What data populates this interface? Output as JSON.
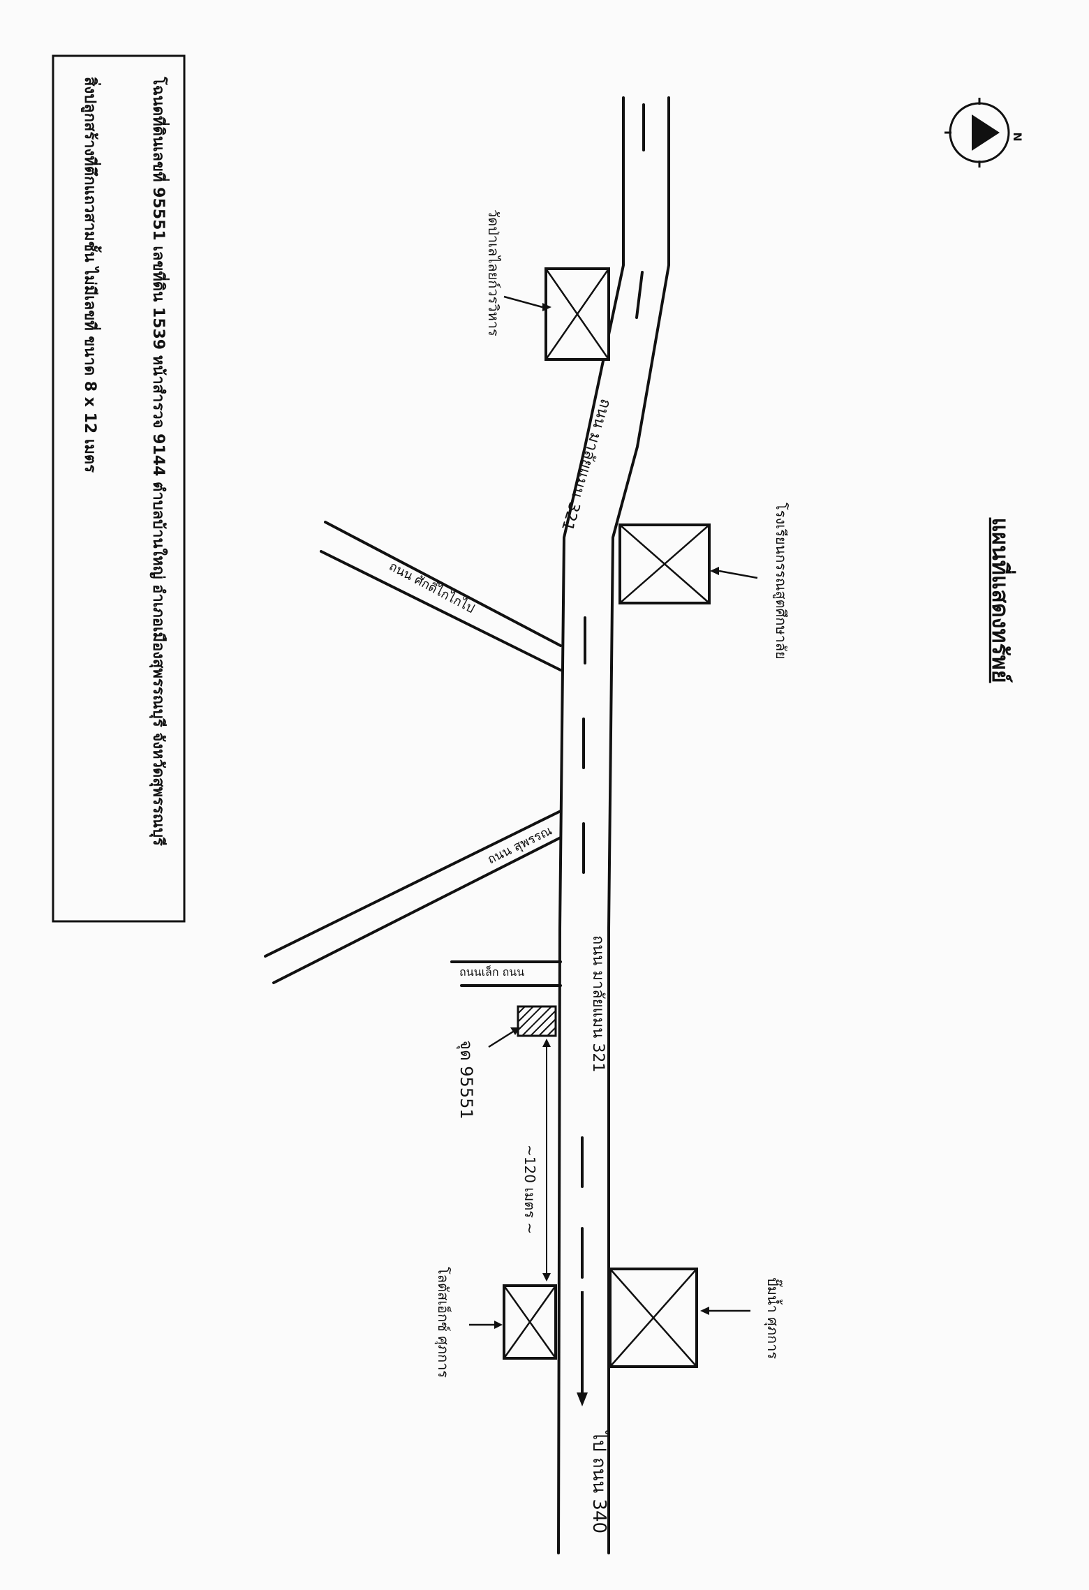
{
  "title": "แผนที่แสดงทรัพย์",
  "info": {
    "line1": "โฉนดที่ดินเลขที่ 95551 เลขที่ดิน 1539 หน้าสำรวจ 9144 ตำบลบ้านใหญ่ อำเภอเมืองสุพรรณบุรี จังหวัดสุพรรณบุรี",
    "line2": "สิ่งปลูกสร้างที่ตึกแถวสามชั้น ไม่มีเลขที่ ขนาด 8 x 12 เมตร"
  },
  "compass": {
    "label": "N",
    "icon": "north-arrow-icon"
  },
  "roads": {
    "main_north": "ถนน มาลัยแมน 321",
    "main_south": "ถนน มาลัยแมน 321",
    "branch_1": "ถนน ศักดิ์ไกไกไป",
    "branch_2": "ถนน สุพรรณ",
    "small_lane": "ถนนเล็ก ถนน",
    "destination": "ไป ถนน 340"
  },
  "landmarks": {
    "temple": "วัดป่าเลไลยก์วรวิหาร",
    "school": "โรงเรียนกรรณสูตศึกษาลัย",
    "gas_station_right": "ปั๊มน้ำ ศุภการ",
    "gas_station_left": "โลตัสเอ็กซ์ ศุภการ"
  },
  "subject": {
    "label": "จุด 95551"
  },
  "measurement": {
    "label": "~120 เมตร ~"
  }
}
